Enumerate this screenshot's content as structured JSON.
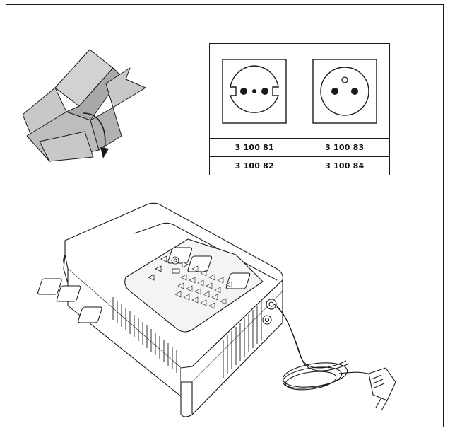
{
  "models": {
    "rows": [
      [
        "3 100 81",
        "3 100 83"
      ],
      [
        "3 100 82",
        "3 100 84"
      ]
    ]
  },
  "icons": {
    "box": "open-box-icon",
    "arrow": "curved-arrow-icon",
    "socket_left": "schuko-socket-icon",
    "socket_right": "french-socket-icon",
    "device": "ups-device-illustration",
    "plug": "power-plug-icon"
  },
  "colors": {
    "line": "#1a1a1a",
    "box_fill": "#c8c8c8",
    "box_dark": "#a9a9a9",
    "background": "#ffffff"
  }
}
